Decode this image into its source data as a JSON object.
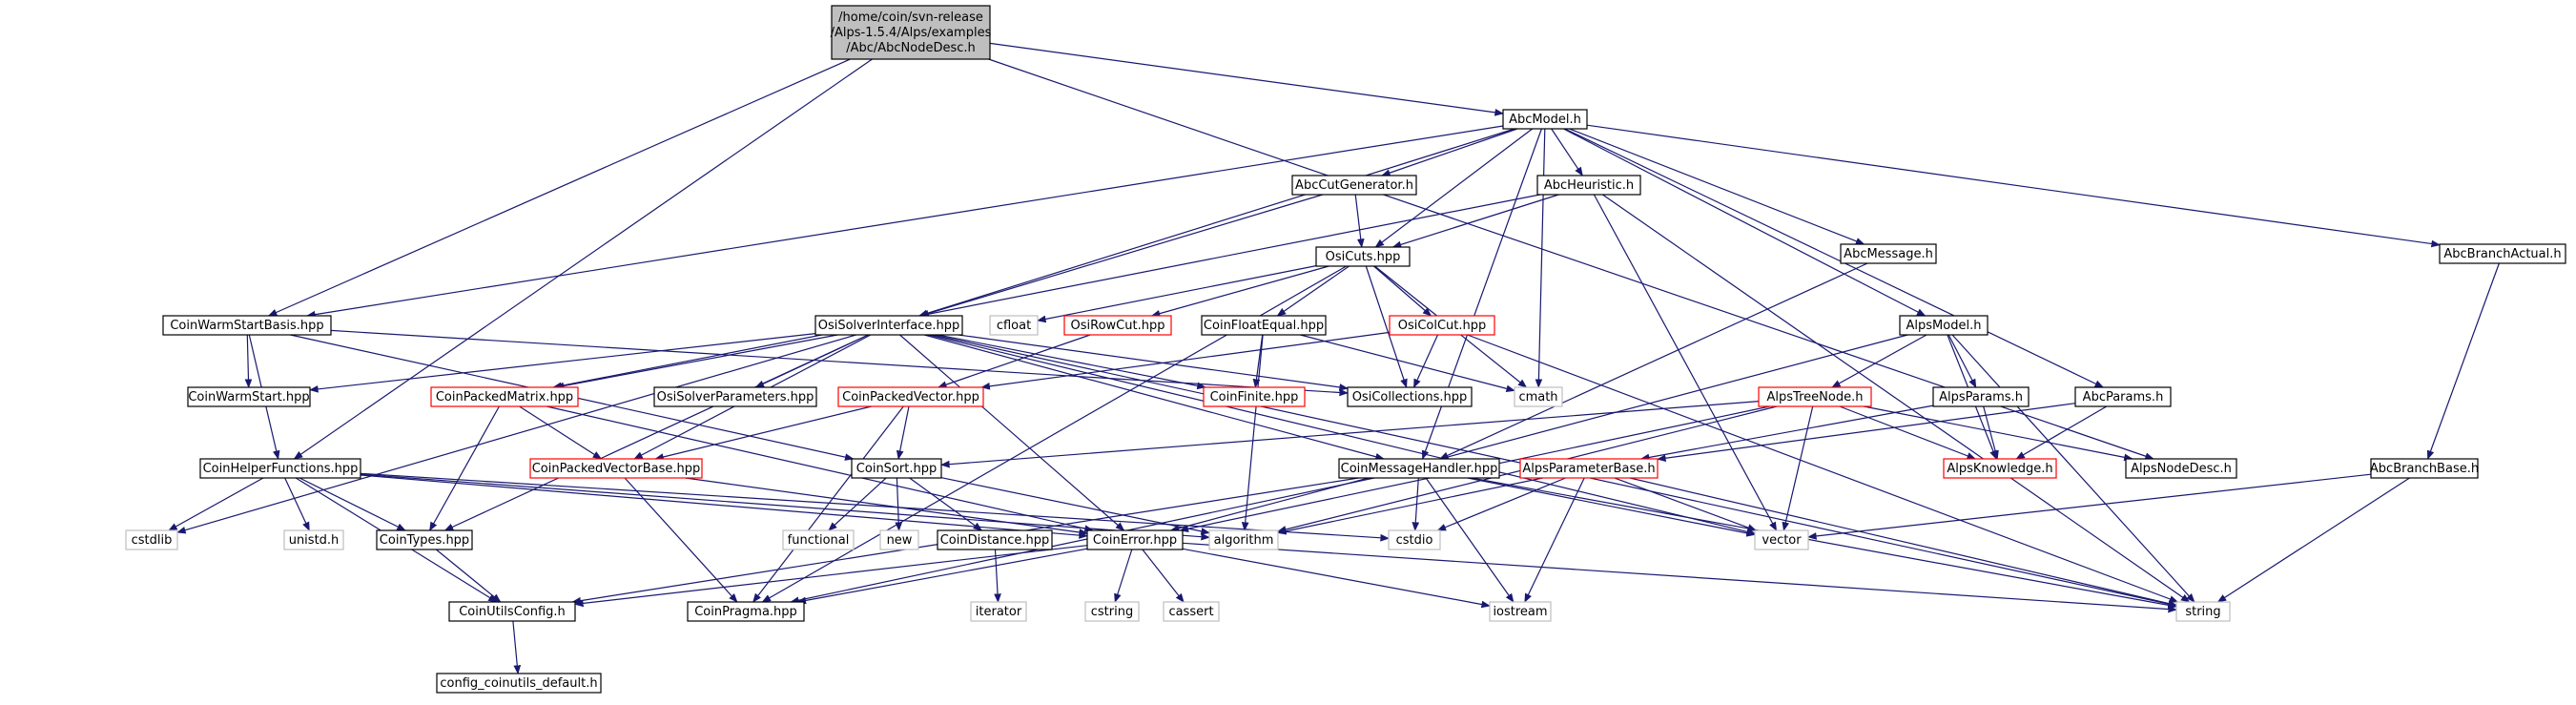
{
  "diagram": {
    "nodes": [
      {
        "id": "root",
        "lines": [
          "/home/coin/svn-release",
          "/Alps-1.5.4/Alps/examples",
          "/Abc/AbcNodeDesc.h"
        ],
        "style": "root"
      },
      {
        "id": "abcmodel",
        "lines": [
          "AbcModel.h"
        ],
        "style": "normal"
      },
      {
        "id": "abccutgen",
        "lines": [
          "AbcCutGenerator.h"
        ],
        "style": "normal"
      },
      {
        "id": "abcheur",
        "lines": [
          "AbcHeuristic.h"
        ],
        "style": "normal"
      },
      {
        "id": "osicuts",
        "lines": [
          "OsiCuts.hpp"
        ],
        "style": "normal"
      },
      {
        "id": "abcmsg",
        "lines": [
          "AbcMessage.h"
        ],
        "style": "normal"
      },
      {
        "id": "abcbract",
        "lines": [
          "AbcBranchActual.h"
        ],
        "style": "normal"
      },
      {
        "id": "coinwsbasis",
        "lines": [
          "CoinWarmStartBasis.hpp"
        ],
        "style": "normal"
      },
      {
        "id": "osisolver",
        "lines": [
          "OsiSolverInterface.hpp"
        ],
        "style": "normal"
      },
      {
        "id": "cfloat",
        "lines": [
          "cfloat"
        ],
        "style": "system"
      },
      {
        "id": "osirowcut",
        "lines": [
          "OsiRowCut.hpp"
        ],
        "style": "trunc"
      },
      {
        "id": "coinfloateq",
        "lines": [
          "CoinFloatEqual.hpp"
        ],
        "style": "normal"
      },
      {
        "id": "osicolcut",
        "lines": [
          "OsiColCut.hpp"
        ],
        "style": "trunc"
      },
      {
        "id": "alpsmodel",
        "lines": [
          "AlpsModel.h"
        ],
        "style": "normal"
      },
      {
        "id": "coinws",
        "lines": [
          "CoinWarmStart.hpp"
        ],
        "style": "normal"
      },
      {
        "id": "coinpackedmatrix",
        "lines": [
          "CoinPackedMatrix.hpp"
        ],
        "style": "trunc"
      },
      {
        "id": "osisolverparams",
        "lines": [
          "OsiSolverParameters.hpp"
        ],
        "style": "normal"
      },
      {
        "id": "coinfinite",
        "lines": [
          "CoinFinite.hpp"
        ],
        "style": "trunc"
      },
      {
        "id": "osicollections",
        "lines": [
          "OsiCollections.hpp"
        ],
        "style": "normal"
      },
      {
        "id": "cmath",
        "lines": [
          "cmath"
        ],
        "style": "system"
      },
      {
        "id": "alpstreenode",
        "lines": [
          "AlpsTreeNode.h"
        ],
        "style": "trunc"
      },
      {
        "id": "alpsparams",
        "lines": [
          "AlpsParams.h"
        ],
        "style": "normal"
      },
      {
        "id": "abcparams",
        "lines": [
          "AbcParams.h"
        ],
        "style": "normal"
      },
      {
        "id": "coinpackedvector",
        "lines": [
          "CoinPackedVector.hpp"
        ],
        "style": "trunc"
      },
      {
        "id": "coinhelper",
        "lines": [
          "CoinHelperFunctions.hpp"
        ],
        "style": "normal"
      },
      {
        "id": "coinpvbase",
        "lines": [
          "CoinPackedVectorBase.hpp"
        ],
        "style": "trunc"
      },
      {
        "id": "coinsort",
        "lines": [
          "CoinSort.hpp"
        ],
        "style": "normal"
      },
      {
        "id": "coinmsghandler",
        "lines": [
          "CoinMessageHandler.hpp"
        ],
        "style": "normal"
      },
      {
        "id": "alpsparambase",
        "lines": [
          "AlpsParameterBase.h"
        ],
        "style": "trunc"
      },
      {
        "id": "alpsknowledge",
        "lines": [
          "AlpsKnowledge.h"
        ],
        "style": "trunc"
      },
      {
        "id": "alpsnodedesc",
        "lines": [
          "AlpsNodeDesc.h"
        ],
        "style": "normal"
      },
      {
        "id": "abcbrbase",
        "lines": [
          "AbcBranchBase.h"
        ],
        "style": "normal"
      },
      {
        "id": "cstdlib",
        "lines": [
          "cstdlib"
        ],
        "style": "system"
      },
      {
        "id": "unistd",
        "lines": [
          "unistd.h"
        ],
        "style": "system"
      },
      {
        "id": "cointypes",
        "lines": [
          "CoinTypes.hpp"
        ],
        "style": "normal"
      },
      {
        "id": "functional",
        "lines": [
          "functional"
        ],
        "style": "system"
      },
      {
        "id": "new",
        "lines": [
          "new"
        ],
        "style": "system"
      },
      {
        "id": "coindistance",
        "lines": [
          "CoinDistance.hpp"
        ],
        "style": "normal"
      },
      {
        "id": "coinerror",
        "lines": [
          "CoinError.hpp"
        ],
        "style": "normal"
      },
      {
        "id": "algorithm",
        "lines": [
          "algorithm"
        ],
        "style": "system"
      },
      {
        "id": "cstdio",
        "lines": [
          "cstdio"
        ],
        "style": "system"
      },
      {
        "id": "vector",
        "lines": [
          "vector"
        ],
        "style": "system"
      },
      {
        "id": "coinutilsconfig",
        "lines": [
          "CoinUtilsConfig.h"
        ],
        "style": "normal"
      },
      {
        "id": "coinpragma",
        "lines": [
          "CoinPragma.hpp"
        ],
        "style": "normal"
      },
      {
        "id": "iterator",
        "lines": [
          "iterator"
        ],
        "style": "system"
      },
      {
        "id": "cstring",
        "lines": [
          "cstring"
        ],
        "style": "system"
      },
      {
        "id": "cassert",
        "lines": [
          "cassert"
        ],
        "style": "system"
      },
      {
        "id": "iostream",
        "lines": [
          "iostream"
        ],
        "style": "system"
      },
      {
        "id": "string",
        "lines": [
          "string"
        ],
        "style": "system"
      },
      {
        "id": "configdefault",
        "lines": [
          "config_coinutils_default.h"
        ],
        "style": "normal"
      }
    ],
    "edges": [
      [
        "root",
        "abcmodel"
      ],
      [
        "root",
        "coinwsbasis"
      ],
      [
        "root",
        "coinhelper"
      ],
      [
        "root",
        "alpsnodedesc"
      ],
      [
        "abcmodel",
        "abccutgen"
      ],
      [
        "abcmodel",
        "abcheur"
      ],
      [
        "abcmodel",
        "osicuts"
      ],
      [
        "abcmodel",
        "abcmsg"
      ],
      [
        "abcmodel",
        "abcbract"
      ],
      [
        "abcmodel",
        "coinwsbasis"
      ],
      [
        "abcmodel",
        "osisolver"
      ],
      [
        "abcmodel",
        "alpsmodel"
      ],
      [
        "abcmodel",
        "abcparams"
      ],
      [
        "abcmodel",
        "cmath"
      ],
      [
        "abcmodel",
        "coinmsghandler"
      ],
      [
        "abccutgen",
        "osicuts"
      ],
      [
        "abccutgen",
        "osisolver"
      ],
      [
        "abcheur",
        "osicuts"
      ],
      [
        "abcheur",
        "coinpackedmatrix"
      ],
      [
        "abcheur",
        "vector"
      ],
      [
        "abcheur",
        "string"
      ],
      [
        "osicuts",
        "cfloat"
      ],
      [
        "osicuts",
        "osirowcut"
      ],
      [
        "osicuts",
        "coinfloateq"
      ],
      [
        "osicuts",
        "osicolcut"
      ],
      [
        "osicuts",
        "osicollections"
      ],
      [
        "osicuts",
        "cmath"
      ],
      [
        "osicuts",
        "coinpragma"
      ],
      [
        "abcmsg",
        "coinmsghandler"
      ],
      [
        "abcbract",
        "abcbrbase"
      ],
      [
        "coinwsbasis",
        "coinws"
      ],
      [
        "coinwsbasis",
        "coinhelper"
      ],
      [
        "coinwsbasis",
        "coinsort"
      ],
      [
        "coinwsbasis",
        "osicollections"
      ],
      [
        "osisolver",
        "coinws"
      ],
      [
        "osisolver",
        "coinpackedmatrix"
      ],
      [
        "osisolver",
        "osisolverparams"
      ],
      [
        "osisolver",
        "coinfinite"
      ],
      [
        "osisolver",
        "osicollections"
      ],
      [
        "osisolver",
        "coinpvbase"
      ],
      [
        "osisolver",
        "cointypes"
      ],
      [
        "osisolver",
        "coinmsghandler"
      ],
      [
        "osisolver",
        "coinerror"
      ],
      [
        "osisolver",
        "cstdlib"
      ],
      [
        "osisolver",
        "vector"
      ],
      [
        "osisolver",
        "string"
      ],
      [
        "osirowcut",
        "coinpackedvector"
      ],
      [
        "coinfloateq",
        "coinfinite"
      ],
      [
        "coinfloateq",
        "algorithm"
      ],
      [
        "coinfloateq",
        "cmath"
      ],
      [
        "osicolcut",
        "osicollections"
      ],
      [
        "osicolcut",
        "coinpackedvector"
      ],
      [
        "osicolcut",
        "string"
      ],
      [
        "alpsmodel",
        "alpstreenode"
      ],
      [
        "alpsmodel",
        "alpsparams"
      ],
      [
        "alpsmodel",
        "alpsknowledge"
      ],
      [
        "alpsmodel",
        "coinerror"
      ],
      [
        "alpsmodel",
        "string"
      ],
      [
        "coinpackedmatrix",
        "coinpvbase"
      ],
      [
        "coinpackedmatrix",
        "cointypes"
      ],
      [
        "coinpackedmatrix",
        "coinerror"
      ],
      [
        "alpstreenode",
        "alpsknowledge"
      ],
      [
        "alpstreenode",
        "alpsnodedesc"
      ],
      [
        "alpstreenode",
        "vector"
      ],
      [
        "alpstreenode",
        "coinsort"
      ],
      [
        "alpstreenode",
        "coinerror"
      ],
      [
        "alpstreenode",
        "algorithm"
      ],
      [
        "alpsparams",
        "alpsknowledge"
      ],
      [
        "alpsparams",
        "alpsparambase"
      ],
      [
        "abcparams",
        "alpsknowledge"
      ],
      [
        "abcparams",
        "alpsparambase"
      ],
      [
        "coinpackedvector",
        "coinpvbase"
      ],
      [
        "coinpackedvector",
        "coinsort"
      ],
      [
        "coinpackedvector",
        "coinpragma"
      ],
      [
        "coinhelper",
        "cstdlib"
      ],
      [
        "coinhelper",
        "unistd"
      ],
      [
        "coinhelper",
        "cointypes"
      ],
      [
        "coinhelper",
        "coinutilsconfig"
      ],
      [
        "coinhelper",
        "coinerror"
      ],
      [
        "coinhelper",
        "algorithm"
      ],
      [
        "coinhelper",
        "cstdio"
      ],
      [
        "coinpvbase",
        "coinerror"
      ],
      [
        "coinpvbase",
        "coinpragma"
      ],
      [
        "coinsort",
        "functional"
      ],
      [
        "coinsort",
        "new"
      ],
      [
        "coinsort",
        "coindistance"
      ],
      [
        "coinsort",
        "algorithm"
      ],
      [
        "coinmsghandler",
        "coinutilsconfig"
      ],
      [
        "coinmsghandler",
        "coinpragma"
      ],
      [
        "coinmsghandler",
        "cstdio"
      ],
      [
        "coinmsghandler",
        "iostream"
      ],
      [
        "coinmsghandler",
        "vector"
      ],
      [
        "coinmsghandler",
        "string"
      ],
      [
        "alpsparambase",
        "algorithm"
      ],
      [
        "alpsparambase",
        "cstdio"
      ],
      [
        "alpsparambase",
        "iostream"
      ],
      [
        "alpsparambase",
        "vector"
      ],
      [
        "alpsparambase",
        "string"
      ],
      [
        "abcbrbase",
        "vector"
      ],
      [
        "abcbrbase",
        "string"
      ],
      [
        "cointypes",
        "coinutilsconfig"
      ],
      [
        "coindistance",
        "iterator"
      ],
      [
        "coinerror",
        "coinutilsconfig"
      ],
      [
        "coinerror",
        "coinpragma"
      ],
      [
        "coinerror",
        "cstring"
      ],
      [
        "coinerror",
        "cassert"
      ],
      [
        "coinerror",
        "iostream"
      ],
      [
        "coinerror",
        "string"
      ],
      [
        "coinutilsconfig",
        "configdefault"
      ]
    ]
  }
}
